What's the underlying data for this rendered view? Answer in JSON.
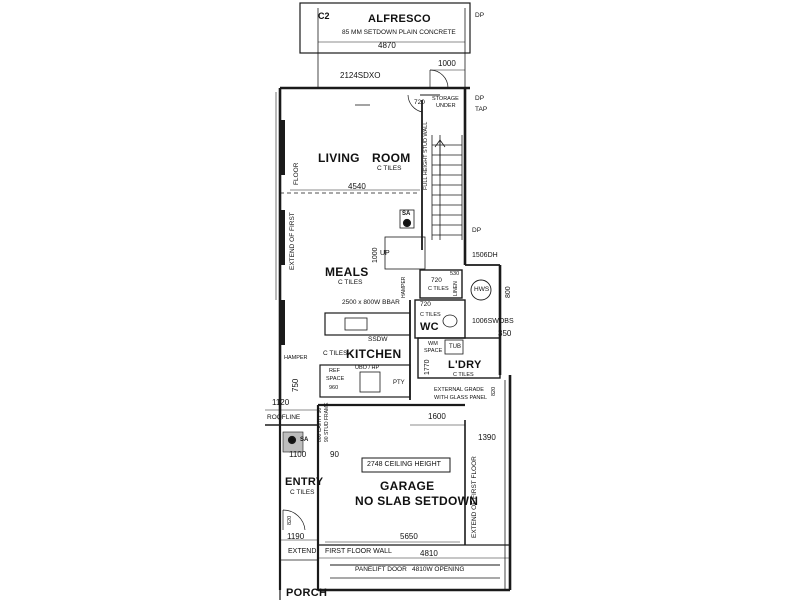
{
  "rooms": {
    "alfresco": {
      "name": "ALFRESCO",
      "note": "85 MM SETDOWN PLAIN CONCRETE",
      "code": "C2"
    },
    "living": {
      "name1": "LIVING",
      "name2": "ROOM",
      "floor": "C TILES"
    },
    "meals": {
      "name": "MEALS",
      "floor": "C TILES"
    },
    "kitchen": {
      "name": "KITCHEN",
      "floor": "C TILES"
    },
    "wc": {
      "name": "WC",
      "floor": "C TILES"
    },
    "laundry": {
      "name": "L'DRY",
      "floor": "C TILES"
    },
    "entry": {
      "name": "ENTRY",
      "floor": "C TILES"
    },
    "garage": {
      "name1": "GARAGE",
      "name2": "NO SLAB SETDOWN",
      "ceiling": "2748 CEILING HEIGHT"
    },
    "porch": {
      "name": "PORCH"
    }
  },
  "dimensions": {
    "d4870": "4870",
    "d1000a": "1000",
    "d2124": "2124SDXO",
    "d720a": "720",
    "d4540": "4540",
    "d1000b": "1000",
    "d1506": "1506DH",
    "d720b": "720",
    "d530": "530",
    "d800": "800",
    "d720c": "720",
    "d1006": "1006SWOBS",
    "d350": "350",
    "d1770": "1770",
    "d750": "750",
    "d1120": "1120",
    "d1600": "1600",
    "d1390": "1390",
    "d1100": "1100",
    "d90": "90",
    "d5650": "5650",
    "d1190": "1190",
    "d4810": "4810",
    "d820a": "820",
    "d820b": "820"
  },
  "labels": {
    "dp1": "DP",
    "dp2": "DP",
    "tap": "TAP",
    "dp3": "DP",
    "storage": "STORAGE",
    "under": "UNDER",
    "studwall": "FULL HEIGHT STUD WALL",
    "floor": "FLOOR",
    "extendFirst": "EXTEND OF FIRST",
    "up": "UP",
    "sa1": "SA",
    "sa2": "SA",
    "linen": "LINEN",
    "hws": "HWS",
    "bar": "2500 x 800W BBAR",
    "ssdw": "SSDW",
    "hamper1": "HAMPER",
    "hamper2": "HAMPER",
    "refSpace": "REF",
    "refSpace2": "SPACE",
    "ref960": "960",
    "uboHp": "UBO / HP",
    "pty": "PTY",
    "wmSpace": "WM",
    "wmSpace2": "SPACE",
    "tub": "TUB",
    "extGrade": "EXTERNAL GRADE",
    "extGrade2": "WITH GLASS PANEL",
    "roofline": "ROOFLINE",
    "cavity": "800 CAVITY 90",
    "studFrame": "90 STUD FRAME",
    "extendFirstFloor": "EXTEND OF FIRST FLOOR",
    "extend": "EXTEND",
    "firstFloorWall": "FIRST FLOOR WALL",
    "panelift": "PANELIFT DOOR",
    "opening": "4810W OPENING"
  }
}
